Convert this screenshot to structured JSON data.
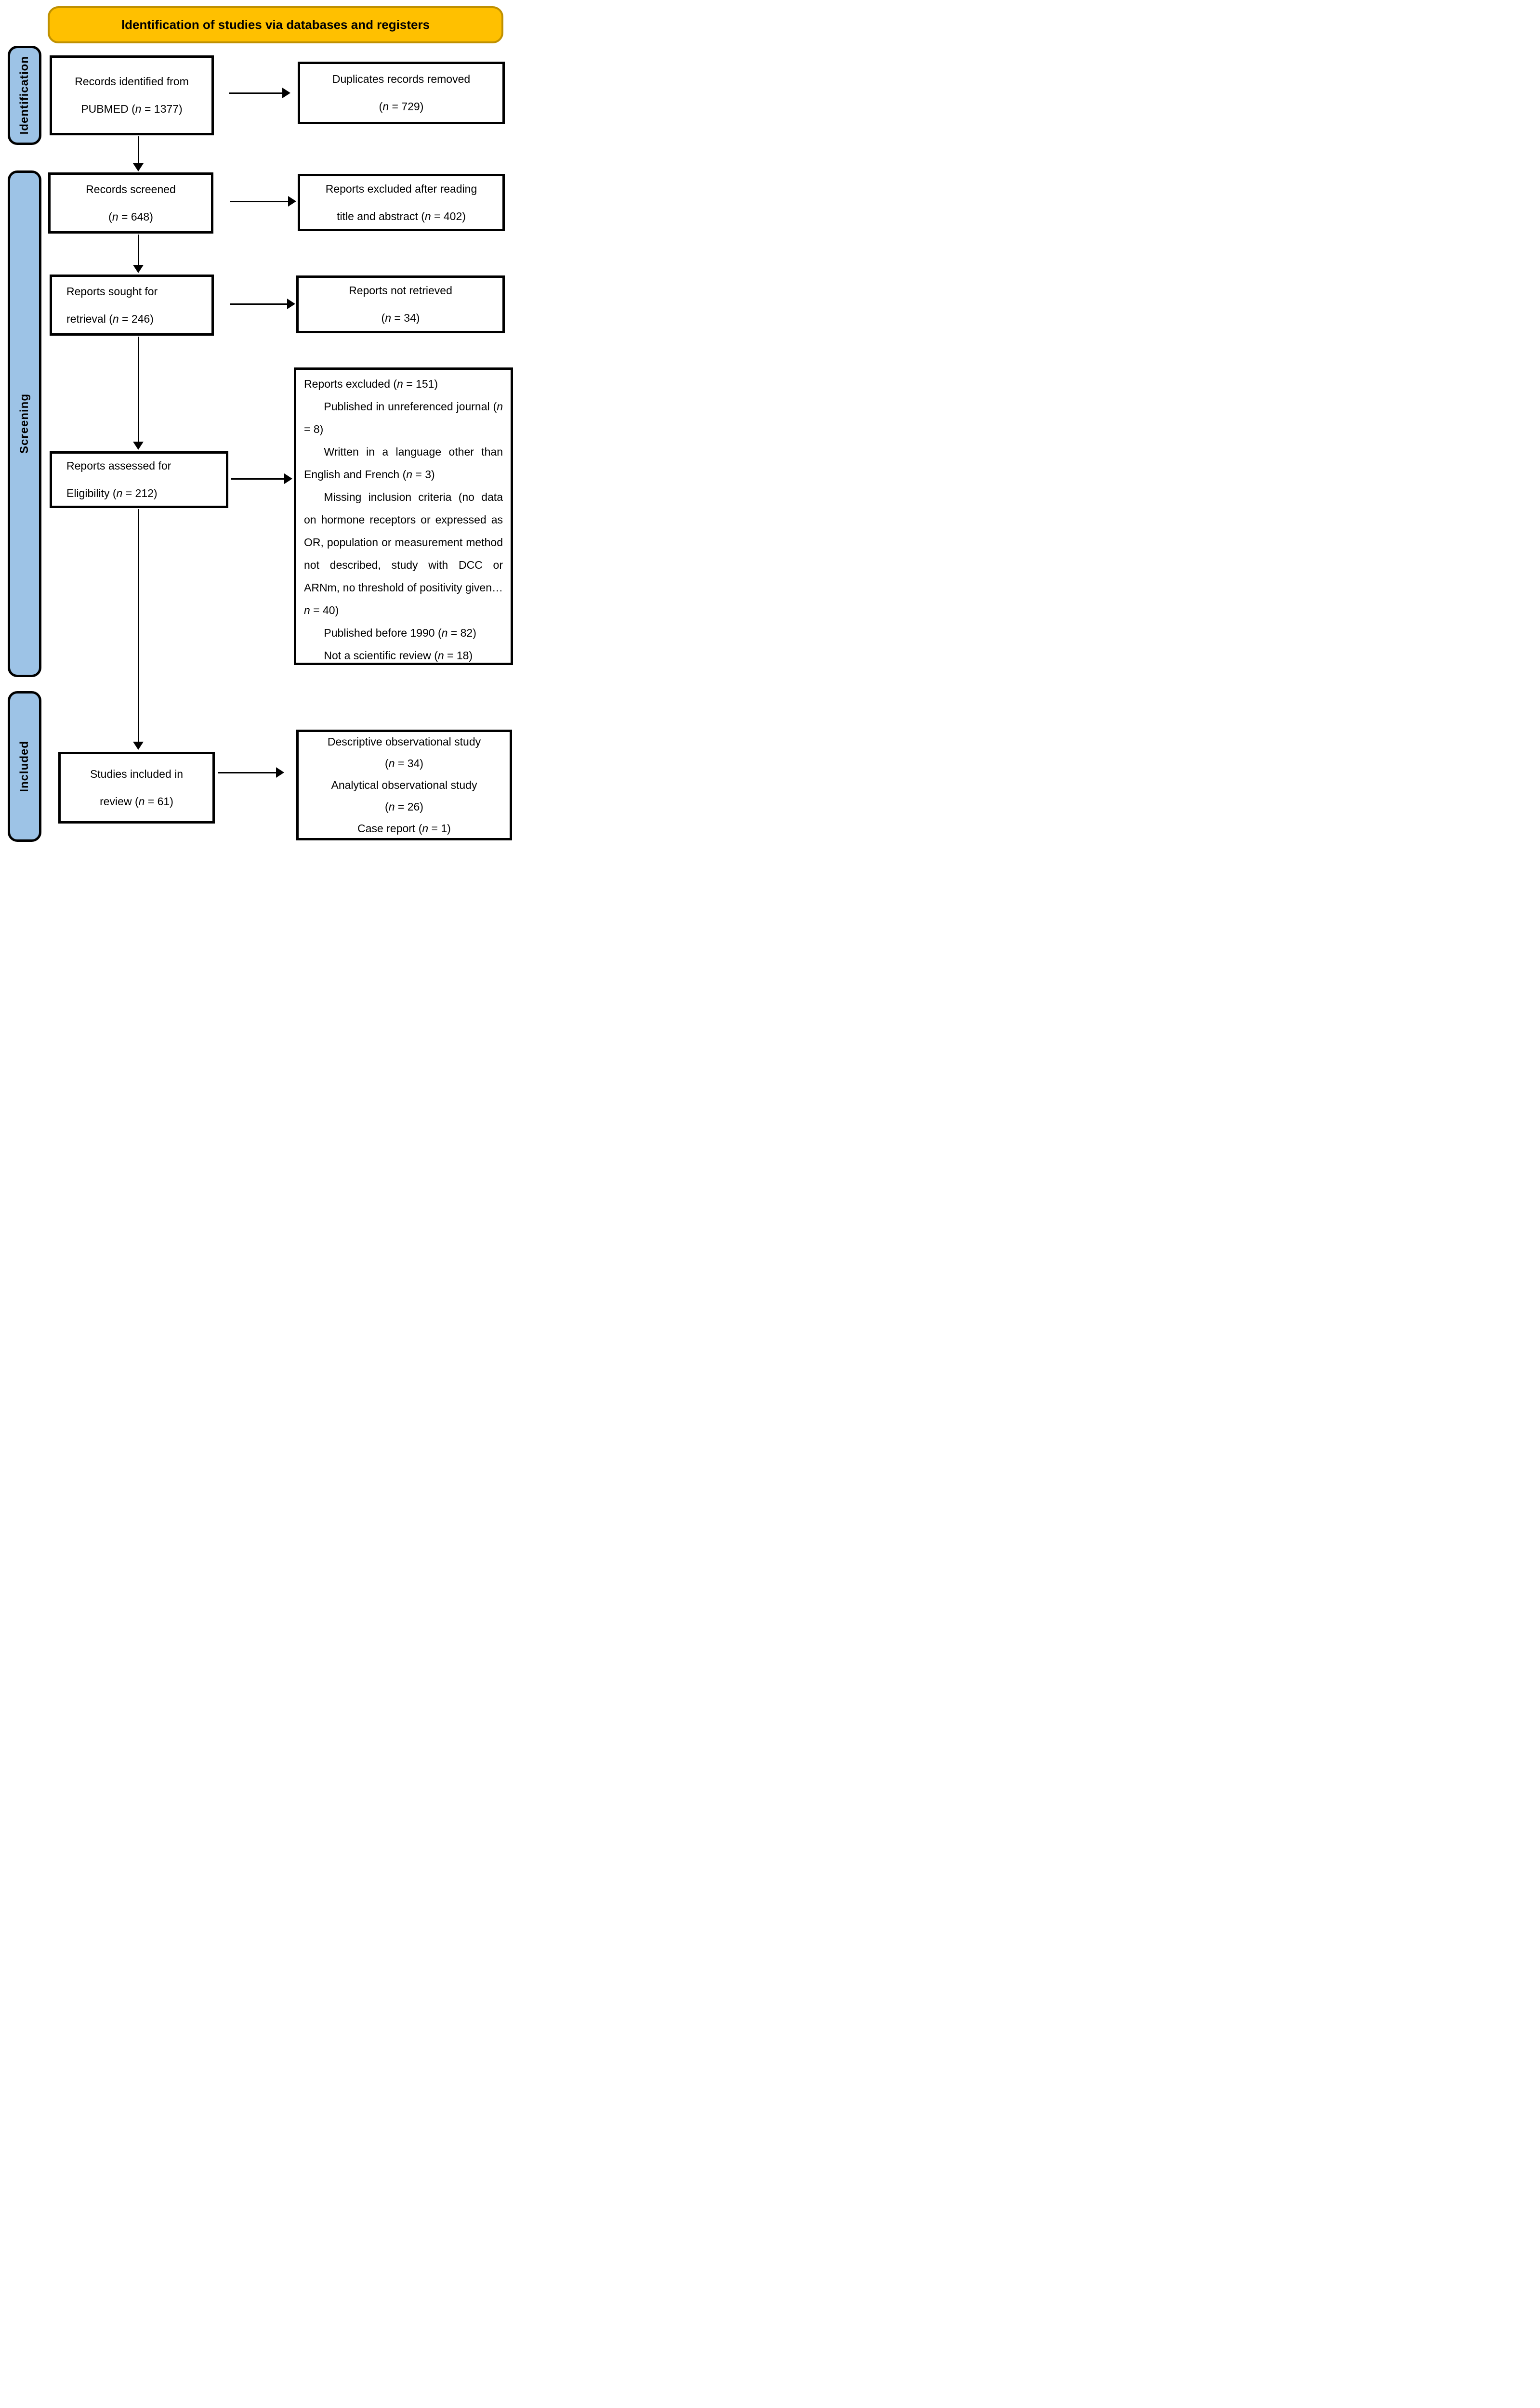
{
  "banner": {
    "title": "Identification of studies via databases and registers"
  },
  "colors": {
    "banner_fill": "#FFC000",
    "banner_border": "#BF9000",
    "stage_fill": "#9DC3E6",
    "box_border": "#000000",
    "arrow": "#000000"
  },
  "stages": {
    "identification": "Identification",
    "screening": "Screening",
    "included": "Included"
  },
  "boxes": {
    "records_identified": {
      "lines": [
        "Records identified from",
        "PUBMED (n = 1377)"
      ]
    },
    "duplicates_removed": {
      "lines": [
        "Duplicates records removed",
        "(n = 729)"
      ]
    },
    "records_screened": {
      "lines": [
        "Records screened",
        "(n = 648)"
      ]
    },
    "reports_excluded_title_abstract": {
      "lines": [
        "Reports excluded after reading",
        "title and abstract (n = 402)"
      ]
    },
    "reports_sought": {
      "lines": [
        "Reports sought for",
        "retrieval (n = 246)"
      ]
    },
    "reports_not_retrieved": {
      "lines": [
        "Reports not retrieved",
        "(n = 34)"
      ]
    },
    "reports_assessed": {
      "lines": [
        "Reports assessed for",
        "Eligibility (n = 212)"
      ]
    },
    "reports_excluded_detail": {
      "header": "Reports excluded (n = 151)",
      "items": [
        "Published in unreferenced journal (n = 8)",
        "Written in a language other than English and French (n = 3)",
        "Missing inclusion criteria (no data on hormone receptors or expressed as OR, population or measurement method not described, study with DCC or ARNm, no threshold of positivity given… n = 40)",
        "Published before 1990 (n = 82)",
        "Not a scientific review (n = 18)"
      ]
    },
    "studies_included": {
      "lines": [
        "Studies included in",
        "review (n = 61)"
      ]
    },
    "included_breakdown": {
      "lines": [
        "Descriptive observational study",
        "(n = 34)",
        "Analytical observational study",
        "(n = 26)",
        "Case report (n = 1)"
      ]
    }
  }
}
